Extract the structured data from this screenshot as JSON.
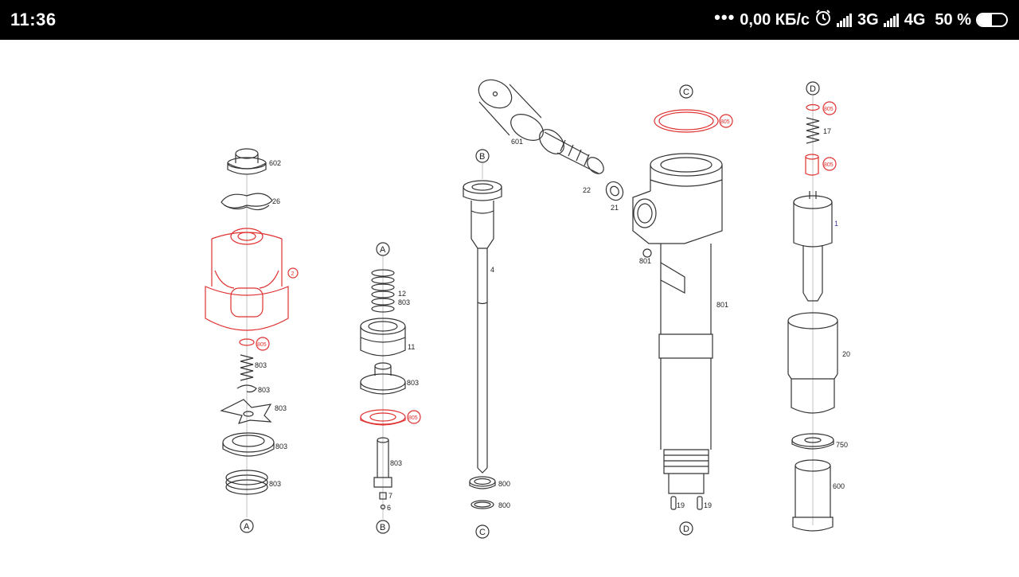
{
  "status_bar": {
    "time": "11:36",
    "dots": "•••",
    "speed": "0,00 КБ/с",
    "net1": "3G",
    "net2": "4G",
    "battery_text": "50 %",
    "battery_level": 0.5,
    "icons": [
      "alarm-clock-icon",
      "signal-icon",
      "signal-icon",
      "battery-icon"
    ]
  },
  "diagram": {
    "colors": {
      "line": "#333333",
      "highlight": "#e03030",
      "label": "#222222"
    },
    "callouts": {
      "col1_bottom": "A",
      "col2_top": "A",
      "col2_bottom": "B",
      "col3_top": "B",
      "col3_bottom": "C",
      "col4_top": "C",
      "col4_bottom": "D",
      "col5_top": "D"
    },
    "labels": {
      "knob": "602",
      "clip": "26",
      "cap": "2",
      "cap_ring": "805",
      "spring1": "803",
      "washer1": "803",
      "star_plate": "803",
      "ring_plate": "803",
      "coil_ring": "803",
      "spring12": "12",
      "spring12b": "803",
      "sleeve11": "11",
      "disc803": "803",
      "ring805": "805",
      "valve_pin": "803",
      "ball7": "7",
      "ball6": "6",
      "needle": "4",
      "seal800a": "800",
      "seal800b": "800",
      "connector": "601",
      "fitting22": "22",
      "washer21": "21",
      "oring805": "805",
      "body801a": "801",
      "body801b": "801",
      "pin19a": "19",
      "pin19b": "19",
      "ring805d": "805",
      "spring17": "17",
      "shim805": "805",
      "nozzle": "1",
      "nut20": "20",
      "spacer750": "750",
      "nut600": "600"
    }
  }
}
